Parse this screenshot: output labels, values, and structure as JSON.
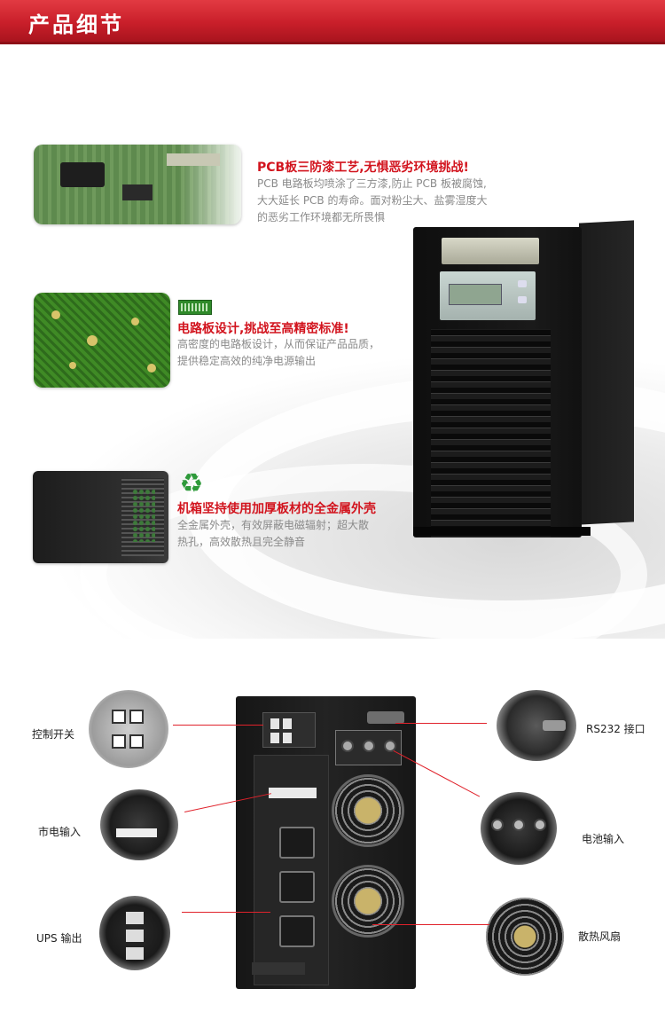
{
  "header": {
    "title": "产品细节"
  },
  "features": [
    {
      "title": "PCB板三防漆工艺,无惧恶劣环境挑战!",
      "body": [
        "PCB 电路板均喷涂了三方漆,防止 PCB 板被腐蚀,",
        "大大延长 PCB 的寿命。面对粉尘大、盐雾湿度大",
        "的恶劣工作环境都无所畏惧"
      ]
    },
    {
      "title": "电路板设计,挑战至高精密标准!",
      "body": [
        "高密度的电路板设计，从而保证产品品质，",
        "提供稳定高效的纯净电源输出"
      ]
    },
    {
      "title": "机箱坚持使用加厚板材的全金属外壳",
      "body": [
        "全金属外壳，有效屏蔽电磁辐射；超大散",
        "热孔，高效散热且完全静音"
      ]
    }
  ],
  "icons": {
    "chip": "chip-icon",
    "recycle": "recycle-icon",
    "recycle_glyph": "♻"
  },
  "callouts": {
    "control_switch": "控制开关",
    "mains_input": "市电输入",
    "ups_output": "UPS 输出",
    "rs232": "RS232 接口",
    "battery_input": "电池输入",
    "cooling_fan": "散热风扇"
  },
  "colors": {
    "header_red": "#c91f2a",
    "title_red": "#d2141e",
    "body_gray": "#8a8a8a",
    "callout_line": "#e0222b"
  }
}
